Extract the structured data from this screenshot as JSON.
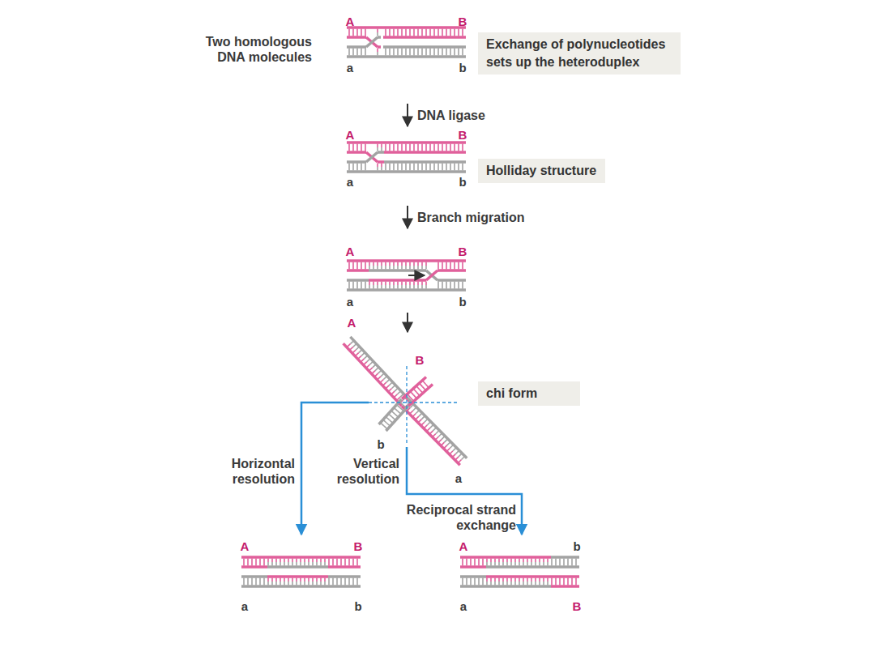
{
  "diagram": {
    "nodes": [
      {
        "text": [
          "Exchange of polynucleotides sets up the heteroduplex"
        ]
      },
      {
        "text": [
          "Holliday structure"
        ]
      },
      {
        "text": [
          "chi form"
        ]
      }
    ],
    "labels": [
      "Two homologous DNA molecules",
      "A",
      "B",
      "a",
      "b",
      "DNA ligase",
      "A",
      "B",
      "a",
      "b",
      "Branch migration",
      "A",
      "B",
      "a",
      "b",
      "A",
      "B",
      "b",
      "a",
      "Horizontal resolution",
      "Vertical resolution",
      "Reciprocal strand exchange",
      "A",
      "B",
      "a",
      "b",
      "A",
      "b",
      "a",
      "B"
    ]
  }
}
